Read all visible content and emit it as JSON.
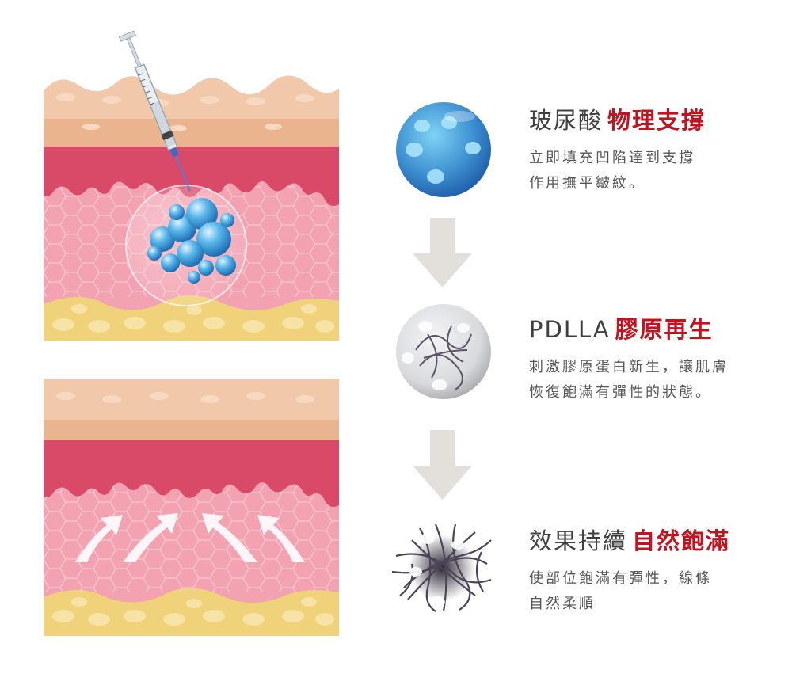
{
  "steps": [
    {
      "title": "玻尿酸",
      "accent": "物理支撐",
      "desc_lines": [
        "立即填充凹陷達到支撐",
        "作用撫平皺紋。"
      ]
    },
    {
      "title": "PDLLA",
      "accent": "膠原再生",
      "desc_lines": [
        "刺激膠原蛋白新生，讓肌膚",
        "恢復飽滿有彈性的狀態。"
      ]
    },
    {
      "title": "效果持續",
      "accent": "自然飽滿",
      "desc_lines": [
        "使部位飽滿有彈性，線條",
        "自然柔順"
      ]
    }
  ],
  "colors": {
    "accent": "#c4121f",
    "skin_top": "#f1c8a9",
    "dermis_red": "#d94a69",
    "dermis_pink": "#f3a2b1",
    "fat_yellow": "#f0d27a",
    "orb_blue": "#3d8fd0",
    "orb_gray": "#d9dadd",
    "arrow": "#e3e0db"
  },
  "icons": [
    "syringe-icon",
    "hyaluronic-bubbles-icon",
    "up-arrows-icon",
    "blue-sphere-icon",
    "fiber-sphere-icon",
    "fiber-cluster-icon",
    "down-arrow-icon"
  ]
}
